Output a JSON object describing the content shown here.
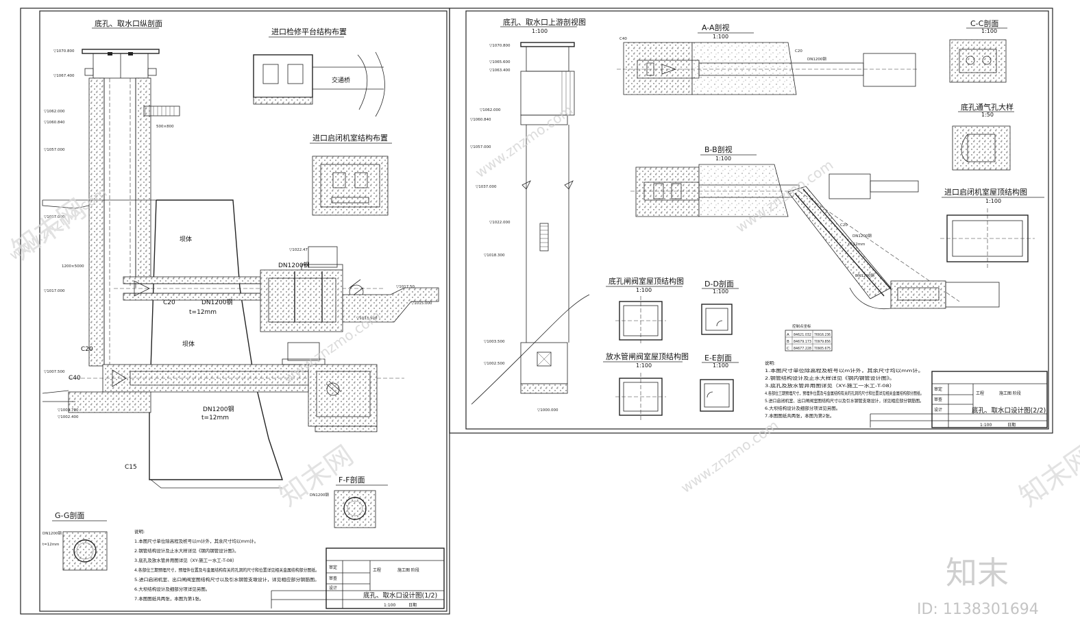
{
  "sheet1": {
    "title": "底孔、取水口纵剖面",
    "platform_title": "进口检修平台结构布置",
    "platform_bridge_label": "交通桥",
    "hoist_room_title": "进口启闭机室结构布置",
    "dam_label_upper": "坝体",
    "dam_label_lower": "坝体",
    "pipe_label_1": "DN1200钢",
    "pipe_label_2": "DN1200钢",
    "pipe_label_3": "DN1200钢",
    "pipe_thickness_1": "t=12mm",
    "pipe_thickness_2": "t=12mm",
    "gate_size_1": "500×800",
    "gate_size_2": "1200×5000",
    "concrete_c20_1": "C20",
    "concrete_c20_2": "C20",
    "concrete_c40": "C40",
    "concrete_c15": "C15",
    "elevations": [
      "▽1070.800",
      "▽1067.400",
      "▽1062.000",
      "▽1060.840",
      "▽1057.000",
      "▽1037.000",
      "▽1017.000",
      "▽1007.500",
      "▽1003.700",
      "▽1002.400",
      "▽1022.47",
      "▽1017.50",
      "▽1015.000",
      "▽1013.500"
    ],
    "gg_title": "G-G剖面",
    "gg_pipe": "DN1200钢",
    "gg_t": "t=12mm",
    "ff_title": "F-F剖面",
    "ff_pipe": "DN1200钢",
    "notes_heading": "说明:",
    "notes": [
      "1.本图尺寸单位除高程及桩号以m计外，其余尺寸均以mm计。",
      "2.钢管结构设计及止水大样详见《钢内钢管设计图》。",
      "3.底孔及放水管井用图详见（XY-施工一水工-T-08）",
      "4.各部位三期预埋尺寸，预埋件位置及与金属结构有关的孔洞的尺寸和位置详见相关金属结构部分图纸。",
      "5.进口启闭机室、出口闸阀室图结构尺寸以及引水钢管支墩设计，详见相应部分钢筋图。",
      "6.大坝结构设计及细部分项详见另图。",
      "7.本图图纸共两张，本图为第1张。"
    ],
    "tb_check": "审定",
    "tb_review": "审查",
    "tb_design": "设计",
    "tb_project": "工程",
    "tb_stage": "施工图 阶段",
    "tb_title": "底孔、取水口设计图(1/2)",
    "tb_scale": "1:100",
    "tb_date": "日期"
  },
  "sheet2": {
    "title": "底孔、取水口上游剖视图",
    "title_scale": "1:100",
    "aa_title": "A-A剖视",
    "aa_scale": "1:100",
    "bb_title": "B-B剖视",
    "bb_scale": "1:100",
    "cc_title": "C-C剖面",
    "cc_scale": "1:100",
    "vent_title": "底孔通气孔大样",
    "vent_scale": "1:50",
    "hoist_roof_title": "进口启闭机室屋顶结构图",
    "hoist_roof_scale": "1:100",
    "gate_roof_title": "底孔闸阀室屋顶结构图",
    "gate_roof_scale": "1:100",
    "drain_roof_title": "放水管闸阀室屋顶结构图",
    "drain_roof_scale": "1:100",
    "dd_title": "D-D剖面",
    "dd_scale": "1:100",
    "ee_title": "E-E剖面",
    "ee_scale": "1:100",
    "pipe_label_1": "DN1200钢",
    "pipe_label_2": "DN1200钢",
    "pipe_label_3": "DN1200钢",
    "pipe_t": "t=12mm",
    "c20": "C20",
    "c40": "C40",
    "elevations": [
      "▽1070.800",
      "▽1065.600",
      "▽1063.400",
      "▽1062.000",
      "▽1060.840",
      "▽1057.000",
      "▽1037.000",
      "▽1022.000",
      "▽1018.300",
      "▽1003.500",
      "▽1002.500",
      "▽1000.000"
    ],
    "coord_table_title": "控制点坐标",
    "coord_rows": [
      [
        "A",
        "84621.032",
        "76916.236"
      ],
      [
        "B",
        "84679.173",
        "70979.856"
      ],
      [
        "C",
        "84677.228",
        "70905.675"
      ]
    ],
    "notes_heading": "说明:",
    "notes": [
      "1.本图尺寸单位除高程及桩号以m计外，其余尺寸均以mm计。",
      "2.钢管结构设计及止水大样详见《钢内钢管设计图》。",
      "3.底孔及放水管井用图详见（XY-施工一水工-T-08）",
      "4.各部位三期预埋尺寸，预埋件位置及与金属结构有关的孔洞的尺寸和位置详见相关金属结构部分图纸。",
      "5.进口启闭机室、出口闸阀室图结构尺寸以及引水钢管支墩设计，详见相应部分钢筋图。",
      "6.大坝结构设计及细部分项详见另图。",
      "7.本图图纸共两张，本图为第2张。"
    ],
    "tb_check": "审定",
    "tb_review": "审查",
    "tb_design": "设计",
    "tb_project": "工程",
    "tb_stage": "施工图 阶段",
    "tb_title": "底孔、取水口设计图(2/2)",
    "tb_scale": "1:100",
    "tb_date": "日期"
  },
  "watermark": {
    "site": "www.znzmo.com",
    "brand": "知末网",
    "logo": "知末",
    "id": "ID: 1138301694"
  }
}
